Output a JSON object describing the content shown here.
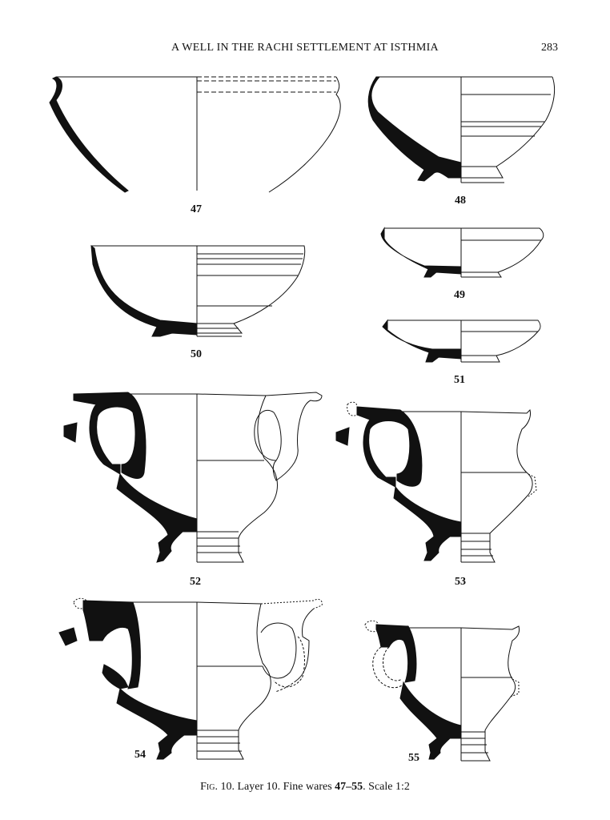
{
  "header": {
    "running_title": "A WELL IN THE RACHI SETTLEMENT AT ISTHMIA",
    "page_number": "283"
  },
  "figures": [
    {
      "id": "47",
      "label": "47"
    },
    {
      "id": "48",
      "label": "48"
    },
    {
      "id": "49",
      "label": "49"
    },
    {
      "id": "50",
      "label": "50"
    },
    {
      "id": "51",
      "label": "51"
    },
    {
      "id": "52",
      "label": "52"
    },
    {
      "id": "53",
      "label": "53"
    },
    {
      "id": "54",
      "label": "54"
    },
    {
      "id": "55",
      "label": "55"
    }
  ],
  "caption": {
    "fig": "Fig.",
    "text1": " 10. Layer 10. Fine wares ",
    "range": "47–55",
    "text2": ". Scale 1:2"
  }
}
